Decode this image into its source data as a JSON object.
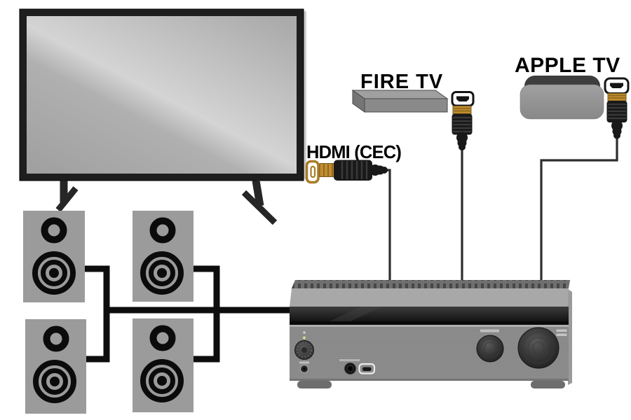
{
  "labels": {
    "hdmi_cec": "HDMI (CEC)",
    "fire_tv": "FIRE TV",
    "apple_tv": "APPLE TV"
  },
  "colors": {
    "background": "#ffffff",
    "label_text": "#000000",
    "tv_frame": "#1e1e1e",
    "screen_gray": "#c6c6c6",
    "speaker_cabinet": "#9b9b9b",
    "speaker_driver": "#0b0b0b",
    "speaker_wire": "#0d0d0d",
    "hdmi_cable": "#2e2e2e",
    "hdmi_gold": "#c28d2f",
    "hdmi_plug_black": "#191919",
    "fire_tv_box": "#8a8a8a",
    "apple_tv_top": "#3d3d3d",
    "apple_tv_body": "#949494",
    "receiver_front": "#8b8b8b",
    "receiver_display": "#262626"
  },
  "diagram": {
    "speaker_count": 4,
    "connections": [
      {
        "from": "tv",
        "to": "receiver",
        "via": "hdmi-cec-cable"
      },
      {
        "from": "fire-tv",
        "to": "receiver",
        "via": "hdmi-cable"
      },
      {
        "from": "apple-tv",
        "to": "receiver",
        "via": "hdmi-cable"
      },
      {
        "from": "receiver",
        "to": "speakers",
        "via": "speaker-wire"
      }
    ]
  }
}
